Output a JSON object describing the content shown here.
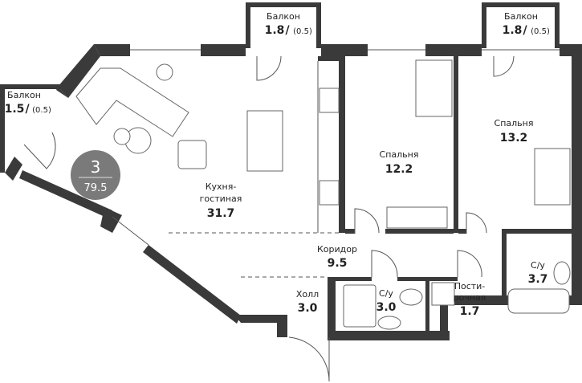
{
  "badge": {
    "rooms": "3",
    "area": "79.5",
    "color": "#7a7a7a"
  },
  "rooms": [
    {
      "name": "Балкон",
      "area": "1.8",
      "extra": "(0.5)"
    },
    {
      "name": "Балкон",
      "area": "1.8",
      "extra": "(0.5)"
    },
    {
      "name": "Балкон",
      "area": "1.5",
      "extra": "(0.5)"
    },
    {
      "name1": "Кухня-",
      "name2": "гостиная",
      "area": "31.7"
    },
    {
      "name": "Спальня",
      "area": "12.2"
    },
    {
      "name": "Спальня",
      "area": "13.2"
    },
    {
      "name": "Коридор",
      "area": "9.5"
    },
    {
      "name": "Холл",
      "area": "3.0"
    },
    {
      "name": "С/у",
      "area": "3.0"
    },
    {
      "name1": "Пости-",
      "name2": "рочная",
      "area": "1.7"
    },
    {
      "name": "С/у",
      "area": "3.7"
    }
  ],
  "colors": {
    "wall": "#3a3a3a",
    "line": "#666666"
  }
}
